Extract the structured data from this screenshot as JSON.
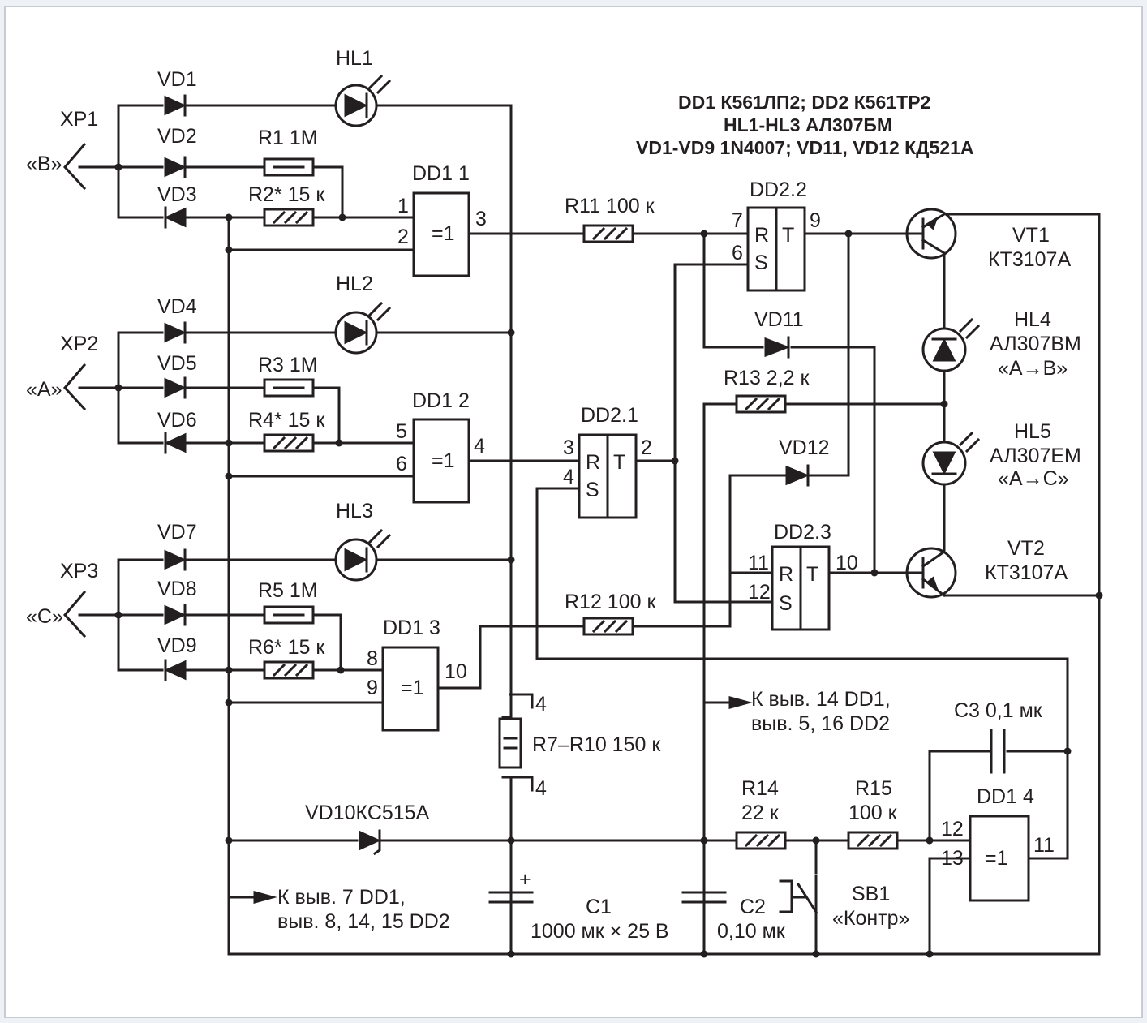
{
  "colors": {
    "background": "#eef1f5",
    "panel": "#ffffff",
    "ink": "#231f20",
    "border": "#c8ccd2"
  },
  "notes": [
    "DD1 К561ЛП2; DD2 К561ТР2",
    "HL1-HL3 АЛ307БМ",
    "VD1-VD9 1N4007; VD11, VD12 КД521А"
  ],
  "connectors": {
    "xp1": {
      "ref": "XP1",
      "label": "«B»"
    },
    "xp2": {
      "ref": "XP2",
      "label": "«A»"
    },
    "xp3": {
      "ref": "XP3",
      "label": "«C»"
    }
  },
  "diodes": {
    "vd1": "VD1",
    "vd2": "VD2",
    "vd3": "VD3",
    "vd4": "VD4",
    "vd5": "VD5",
    "vd6": "VD6",
    "vd7": "VD7",
    "vd8": "VD8",
    "vd9": "VD9",
    "vd10": "VD10КС515А",
    "vd11": "VD11",
    "vd12": "VD12"
  },
  "leds": {
    "hl1": "HL1",
    "hl2": "HL2",
    "hl3": "HL3",
    "hl4": [
      "HL4",
      "АЛ307ВМ",
      "«A→B»"
    ],
    "hl5": [
      "HL5",
      "АЛ307ЕМ",
      "«A→C»"
    ]
  },
  "resistors": {
    "r1": "R1 1М",
    "r2": "R2* 15 к",
    "r3": "R3 1М",
    "r4": "R4* 15 к",
    "r5": "R5 1М",
    "r6": "R6* 15 к",
    "r7_10": "R7–R10 150 к",
    "r11": "R11 100 к",
    "r12": "R12 100 к",
    "r13": "R13 2,2 к",
    "r14": [
      "R14",
      "22 к"
    ],
    "r15": [
      "R15",
      "100 к"
    ]
  },
  "gates": {
    "dd1_1": {
      "name": "DD1 1",
      "fn": "=1",
      "pins": [
        "1",
        "2",
        "3"
      ]
    },
    "dd1_2": {
      "name": "DD1 2",
      "fn": "=1",
      "pins": [
        "5",
        "6",
        "4"
      ]
    },
    "dd1_3": {
      "name": "DD1 3",
      "fn": "=1",
      "pins": [
        "8",
        "9",
        "10"
      ]
    },
    "dd1_4": {
      "name": "DD1 4",
      "fn": "=1",
      "pins": [
        "12",
        "13",
        "11"
      ]
    }
  },
  "triggers": {
    "dd2_1": {
      "name": "DD2.1",
      "r": "R",
      "s": "S",
      "t": "T",
      "pins": [
        "3",
        "4",
        "2"
      ]
    },
    "dd2_2": {
      "name": "DD2.2",
      "r": "R",
      "s": "S",
      "t": "T",
      "pins": [
        "7",
        "6",
        "9"
      ]
    },
    "dd2_3": {
      "name": "DD2.3",
      "r": "R",
      "s": "S",
      "t": "T",
      "pins": [
        "11",
        "12",
        "10"
      ]
    }
  },
  "transistors": {
    "vt1": [
      "VT1",
      "КТ3107А"
    ],
    "vt2": [
      "VT2",
      "КТ3107А"
    ]
  },
  "capacitors": {
    "c1": [
      "C1",
      "1000 мк × 25 В"
    ],
    "c2": [
      "C2",
      "0,10 мк"
    ],
    "c3": "C3 0,1 мк",
    "c1_plus": "+"
  },
  "switch": [
    "SB1",
    "«Контр»"
  ],
  "rnet_pin": "4",
  "notes_power": {
    "to_14": [
      "К выв. 14 DD1,",
      "выв. 5, 16 DD2"
    ],
    "to_7": [
      "К выв. 7 DD1,",
      "выв. 8, 14, 15 DD2"
    ]
  }
}
